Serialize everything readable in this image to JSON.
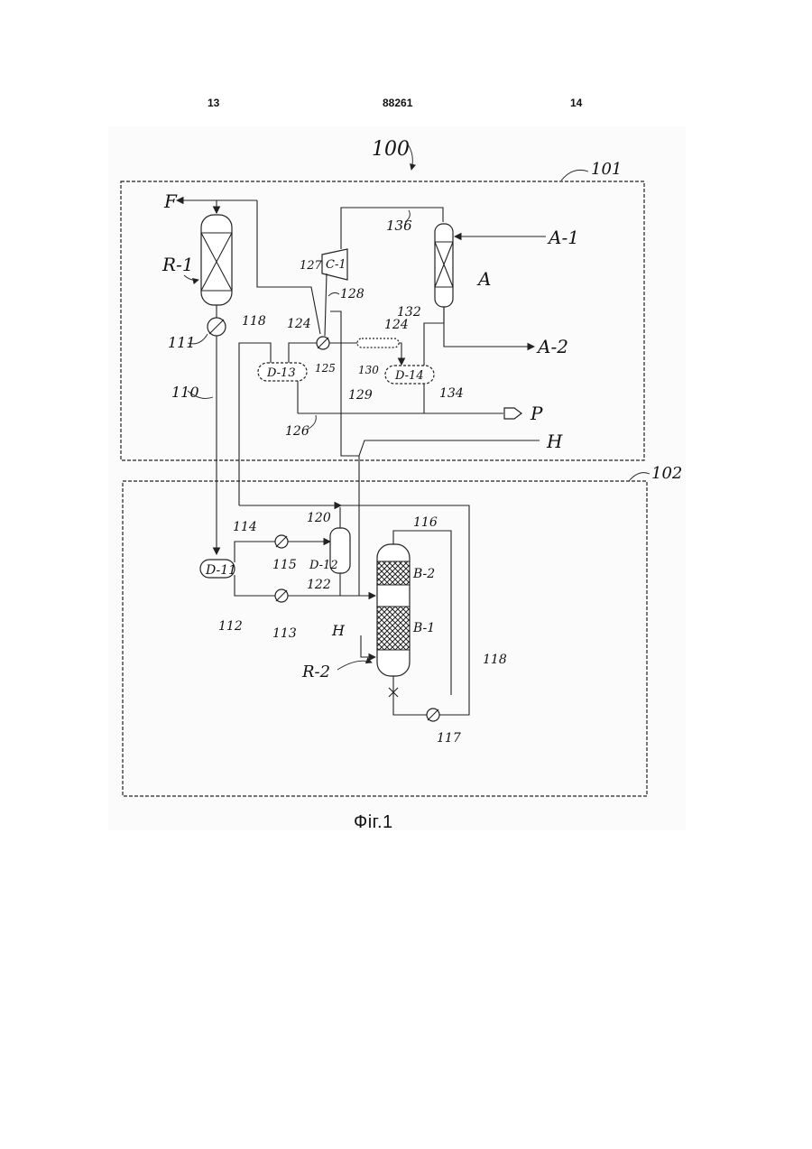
{
  "header": {
    "left_page": "13",
    "patent_number": "88261",
    "right_page": "14"
  },
  "caption": "Фіг.1",
  "figure": {
    "system_label": "100",
    "section_labels": {
      "upper": "101",
      "lower": "102"
    },
    "streams": {
      "feed": "F",
      "a1": "A-1",
      "a2": "A-2",
      "product": "P",
      "hydrogen_upper": "H",
      "hydrogen_lower": "H"
    },
    "equipment": {
      "r1": "R-1",
      "r2": "R-2",
      "c1": "C-1",
      "column_a": "A",
      "d11": "D-11",
      "d12": "D-12",
      "d13": "D-13",
      "d14": "D-14",
      "b1": "B-1",
      "b2": "B-2"
    },
    "refs": {
      "r110": "110",
      "r111": "111",
      "r112": "112",
      "r113": "113",
      "r114": "114",
      "r115": "115",
      "r116": "116",
      "r117": "117",
      "r118a": "118",
      "r118b": "118",
      "r120": "120",
      "r122": "122",
      "r124a": "124",
      "r124b": "124",
      "r125": "125",
      "r126": "126",
      "r127": "127",
      "r128": "128",
      "r129": "129",
      "r130": "130",
      "r132": "132",
      "r134": "134",
      "r136": "136"
    }
  }
}
